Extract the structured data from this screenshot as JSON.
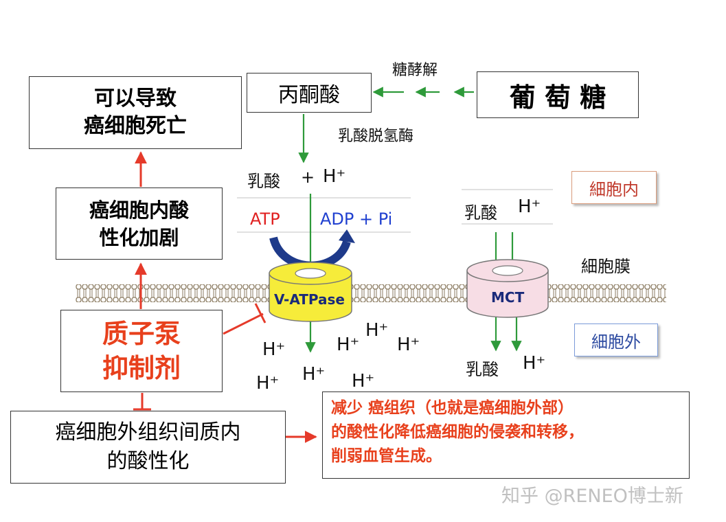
{
  "boxes": {
    "death": {
      "line1": "可以导致",
      "line2": "癌细胞死亡"
    },
    "acidify": {
      "line1": "癌细胞内酸",
      "line2": "性化加剧"
    },
    "pump": {
      "line1": "质子泵",
      "line2": "抑制剂"
    },
    "extracellular": {
      "line1": "癌细胞外组织间质内",
      "line2": "的酸性化"
    },
    "result": {
      "line1": "减少 癌组织（也就是癌细胞外部）",
      "line2": "的酸性化降低癌细胞的侵袭和转移，",
      "line3": "削弱血管生成。"
    },
    "pyruvate": "丙酮酸",
    "glucose": "葡 萄 糖"
  },
  "labels": {
    "glycolysis": "糖酵解",
    "ldh": "乳酸脱氢酶",
    "lactate_top": "乳酸",
    "plus": "+",
    "h_top": "H⁺",
    "atp": "ATP",
    "adp": "ADP + Pi",
    "vatpase": "V-ATPase",
    "mct": "MCT",
    "lactate_mct_in": "乳酸",
    "h_mct_in": "H⁺",
    "lactate_mct_out": "乳酸",
    "h_mct_out": "H⁺",
    "intracellular": "細胞内",
    "membrane": "細胞膜",
    "extracellular_tag": "細胞外",
    "h_out": [
      "H⁺",
      "H⁺",
      "H⁺",
      "H⁺",
      "H⁺",
      "H⁺",
      "H⁺"
    ],
    "watermark": "知乎 @RENEO博士新"
  },
  "colors": {
    "arrow_green": "#2e9a3a",
    "arrow_red": "#e53a2a",
    "atp_red": "#e02020",
    "adp_blue": "#2040d0",
    "pump_text": "#e8401c",
    "result_text": "#e8401c",
    "vatpase_fill": "#f6ec3a",
    "mct_fill": "#f7dde5",
    "tag_in_text": "#c0392b",
    "tag_out_text": "#2c4aa0"
  }
}
